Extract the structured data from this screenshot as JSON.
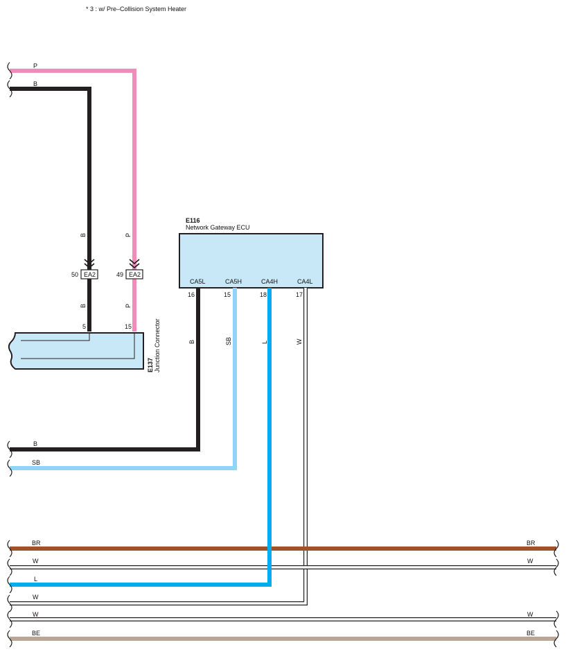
{
  "note": "* 3 : w/ Pre–Collision System Heater",
  "colors": {
    "pink": "#f08cba",
    "black": "#231f20",
    "sky_blue": "#8fd6f2",
    "blue": "#00aeef",
    "brown": "#a0522d",
    "beige": "#b9a694",
    "box_fill": "#c8e8f8"
  },
  "ecu": {
    "code": "E116",
    "name": "Network Gateway ECU",
    "pins": [
      {
        "name": "CA5L",
        "number": "16",
        "wire": "B"
      },
      {
        "name": "CA5H",
        "number": "15",
        "wire": "SB"
      },
      {
        "name": "CA4H",
        "number": "18",
        "wire": "L"
      },
      {
        "name": "CA4L",
        "number": "17",
        "wire": "W"
      }
    ]
  },
  "junction": {
    "code": "E137",
    "name": "Junction Connector",
    "pins": [
      "5",
      "15"
    ]
  },
  "inline_connectors": [
    {
      "code": "EA2",
      "pin": "50",
      "wire": "B"
    },
    {
      "code": "EA2",
      "pin": "49",
      "wire": "P"
    }
  ],
  "wires": {
    "top_p": "P",
    "top_b": "B",
    "vert_b_upper": "B",
    "vert_p_upper": "P",
    "vert_b_lower": "B",
    "vert_p_lower": "P",
    "mid_b": "B",
    "mid_sb": "SB",
    "bus_br_left": "BR",
    "bus_br_right": "BR",
    "bus_w1_left": "W",
    "bus_w1_right": "W",
    "bus_l_left": "L",
    "bus_w2_left": "W",
    "bus_w3_left": "W",
    "bus_w3_right": "W",
    "bus_be_left": "BE",
    "bus_be_right": "BE"
  }
}
